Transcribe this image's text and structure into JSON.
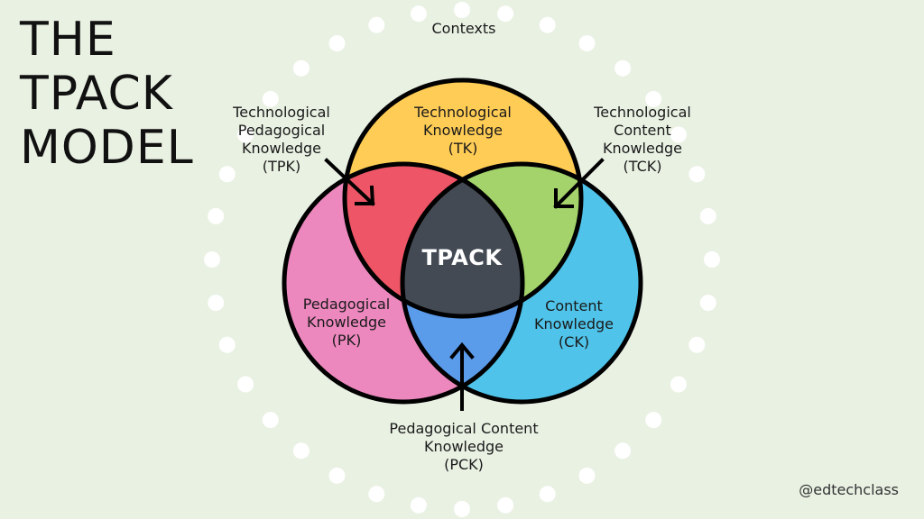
{
  "title": {
    "lines": [
      "THE",
      "TPACK",
      "MODEL"
    ]
  },
  "contexts_label": "Contexts",
  "center_label": "TPACK",
  "handle": "@edtechclass",
  "colors": {
    "background": "#E9F1E3",
    "technological_knowledge": "#FFCC55",
    "pedagogical_knowledge": "#EC88BE",
    "content_knowledge": "#4FC3E9",
    "tpk": "#EE5566",
    "tck": "#A3D36A",
    "pck": "#5A9BEA",
    "tpack": "#434A54",
    "outline": "#000000",
    "context_dots": "#FFFFFF"
  },
  "regions": {
    "tk": {
      "lines": [
        "Technological",
        "Knowledge",
        "(TK)"
      ]
    },
    "pk": {
      "lines": [
        "Pedagogical",
        "Knowledge",
        "(PK)"
      ]
    },
    "ck": {
      "lines": [
        "Content",
        "Knowledge",
        "(CK)"
      ]
    }
  },
  "callouts": {
    "tpk": {
      "lines": [
        "Technological",
        "Pedagogical",
        "Knowledge",
        "(TPK)"
      ]
    },
    "tck": {
      "lines": [
        "Technological",
        "Content",
        "Knowledge",
        "(TCK)"
      ]
    },
    "pck": {
      "lines": [
        "Pedagogical Content",
        "Knowledge",
        "(PCK)"
      ]
    }
  }
}
